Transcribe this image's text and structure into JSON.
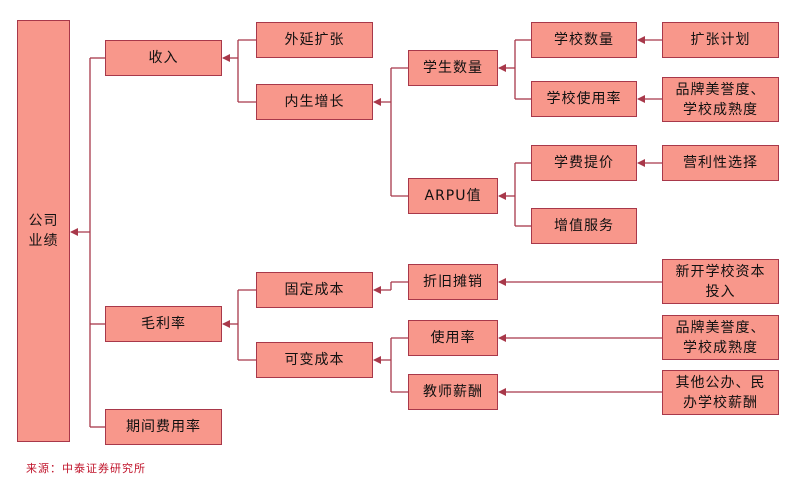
{
  "nodes": {
    "company": [
      "公司",
      "业绩"
    ],
    "revenue": "收入",
    "gross_margin": "毛利率",
    "period_expense": "期间费用率",
    "external": "外延扩张",
    "organic": "内生增长",
    "students": "学生数量",
    "arpu": "ARPU值",
    "schools": "学校数量",
    "utilization": "学校使用率",
    "expansion_plan": "扩张计划",
    "brand1": [
      "品牌美誉度、",
      "学校成熟度"
    ],
    "tuition": "学费提价",
    "value_added": "增值服务",
    "profit_choice": "营利性选择",
    "fixed_cost": "固定成本",
    "variable_cost": "可变成本",
    "depreciation": "折旧摊销",
    "usage_rate": "使用率",
    "teacher_pay": "教师薪酬",
    "new_school": [
      "新开学校资本",
      "投入"
    ],
    "brand2": [
      "品牌美誉度、",
      "学校成熟度"
    ],
    "other_pay": [
      "其他公办、民",
      "办学校薪酬"
    ]
  },
  "source": "来源：中泰证券研究所",
  "colors": {
    "box_fill": "#f8978b",
    "border": "#a8384a",
    "line": "#a8384a",
    "source_text": "#c0142b"
  }
}
